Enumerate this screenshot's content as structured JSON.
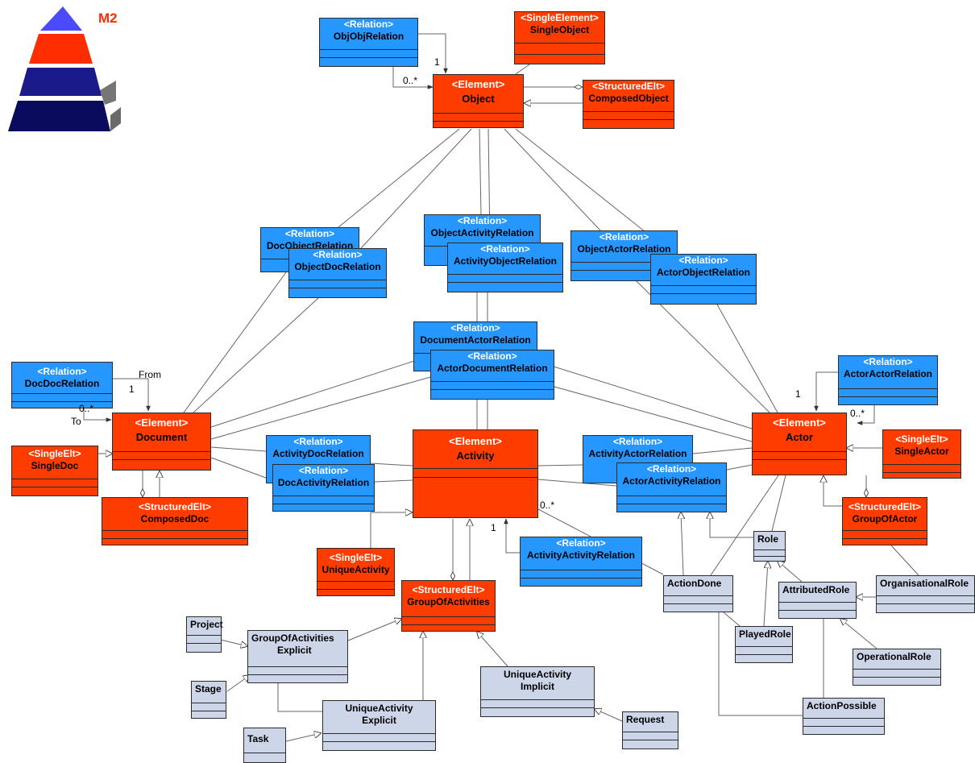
{
  "m2_label": "M2",
  "classes": {
    "obj_obj_relation": {
      "stereotype": "<Relation>",
      "name": "ObjObjRelation"
    },
    "single_object": {
      "stereotype": "<SingleElement>",
      "name": "SingleObject"
    },
    "object": {
      "stereotype": "<Element>",
      "name": "Object"
    },
    "composed_object": {
      "stereotype": "<StructuredElt>",
      "name": "ComposedObject"
    },
    "doc_object_relation": {
      "stereotype": "<Relation>",
      "name": "DocObjectRelation"
    },
    "object_doc_relation": {
      "stereotype": "<Relation>",
      "name": "ObjectDocRelation"
    },
    "object_activity_relation": {
      "stereotype": "<Relation>",
      "name": "ObjectActivityRelation"
    },
    "activity_object_relation": {
      "stereotype": "<Relation>",
      "name": "ActivityObjectRelation"
    },
    "object_actor_relation": {
      "stereotype": "<Relation>",
      "name": "ObjectActorRelation"
    },
    "actor_object_relation": {
      "stereotype": "<Relation>",
      "name": "ActorObjectRelation"
    },
    "document_actor_relation": {
      "stereotype": "<Relation>",
      "name": "DocumentActorRelation"
    },
    "actor_document_relation": {
      "stereotype": "<Relation>",
      "name": "ActorDocumentRelation"
    },
    "doc_doc_relation": {
      "stereotype": "<Relation>",
      "name": "DocDocRelation"
    },
    "actor_actor_relation": {
      "stereotype": "<Relation>",
      "name": "ActorActorRelation"
    },
    "document": {
      "stereotype": "<Element>",
      "name": "Document"
    },
    "activity": {
      "stereotype": "<Element>",
      "name": "Activity"
    },
    "actor": {
      "stereotype": "<Element>",
      "name": "Actor"
    },
    "single_doc": {
      "stereotype": "<SingleElt>",
      "name": "SingleDoc"
    },
    "composed_doc": {
      "stereotype": "<StructuredElt>",
      "name": "ComposedDoc"
    },
    "activity_doc_relation": {
      "stereotype": "<Relation>",
      "name": "ActivityDocRelation"
    },
    "doc_activity_relation": {
      "stereotype": "<Relation>",
      "name": "DocActivityRelation"
    },
    "activity_actor_relation": {
      "stereotype": "<Relation>",
      "name": "ActivityActorRelation"
    },
    "actor_activity_relation": {
      "stereotype": "<Relation>",
      "name": "ActorActivityRelation"
    },
    "single_actor": {
      "stereotype": "<SingleElt>",
      "name": "SingleActor"
    },
    "group_of_actor": {
      "stereotype": "<StructuredElt>",
      "name": "GroupOfActor"
    },
    "unique_activity": {
      "stereotype": "<SingleElt>",
      "name": "UniqueActivity"
    },
    "group_of_activities": {
      "stereotype": "<StructuredElt>",
      "name": "GroupOfActivities"
    },
    "activity_activity_relation": {
      "stereotype": "<Relation>",
      "name": "ActivityActivityRelation"
    },
    "role": {
      "name": "Role"
    },
    "action_done": {
      "name": "ActionDone"
    },
    "attributed_role": {
      "name": "AttributedRole"
    },
    "organisational_role": {
      "name": "OrganisationalRole"
    },
    "played_role": {
      "name": "PlayedRole"
    },
    "operational_role": {
      "name": "OperationalRole"
    },
    "action_possible": {
      "name": "ActionPossible"
    },
    "project": {
      "name": "Project"
    },
    "group_of_activities_explicit": {
      "name_line1": "GroupOfActivities",
      "name_line2": "Explicit"
    },
    "stage": {
      "name": "Stage"
    },
    "unique_activity_explicit": {
      "name_line1": "UniqueActivity",
      "name_line2": "Explicit"
    },
    "task": {
      "name": "Task"
    },
    "unique_activity_implicit": {
      "name_line1": "UniqueActivity",
      "name_line2": "Implicit"
    },
    "request": {
      "name": "Request"
    }
  },
  "multiplicities": {
    "objobj_one": "1",
    "objobj_many": "0..*",
    "docdoc_from": "From",
    "docdoc_one": "1",
    "docdoc_many": "0..*",
    "docdoc_to": "To",
    "actoractor_one": "1",
    "actoractor_many": "0..*",
    "activityactivity_one": "1",
    "activityactivity_many": "0..*"
  },
  "colors": {
    "element": "#ff3c00",
    "relation": "#2597ff",
    "concrete": "#cdd5e8"
  }
}
